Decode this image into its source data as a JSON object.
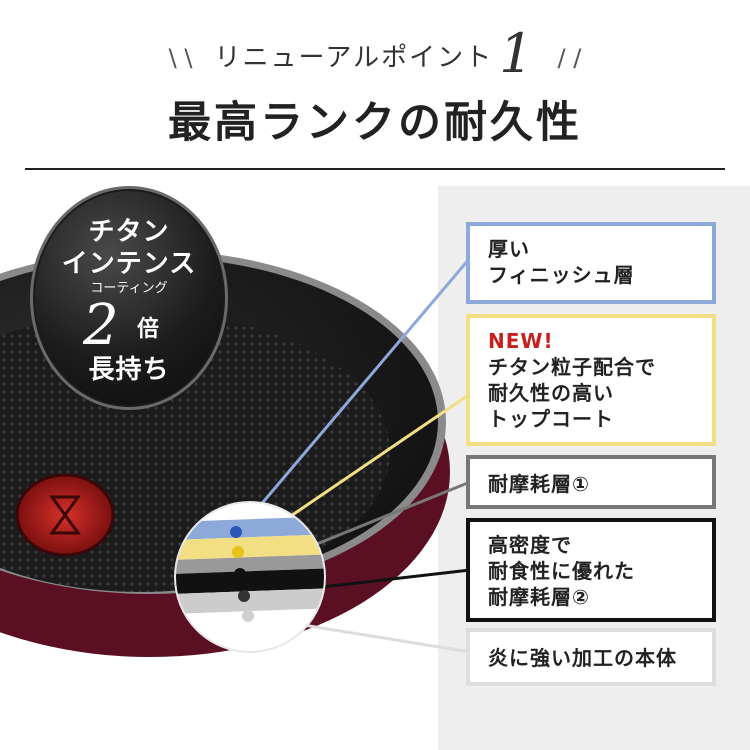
{
  "header": {
    "subtitle": "リニューアルポイント",
    "number": "1",
    "title": "最高ランクの耐久性"
  },
  "badge": {
    "line1": "チタン",
    "line2": "インテンス",
    "line3": "コーティング",
    "multiplier": "2",
    "unit": "倍",
    "line4": "長持ち"
  },
  "layers": [
    {
      "lines": [
        "厚い",
        "フィニッシュ層"
      ],
      "color": "#8ca9da"
    },
    {
      "badge": "NEW!",
      "lines": [
        "チタン粒子配合で",
        "耐久性の高い",
        "トップコート"
      ],
      "color": "#f3df83"
    },
    {
      "lines": [
        "耐摩耗層①"
      ],
      "color": "#777777"
    },
    {
      "lines": [
        "高密度で",
        "耐食性に優れた",
        "耐摩耗層②"
      ],
      "color": "#111111"
    },
    {
      "lines": [
        "炎に強い加工の本体"
      ],
      "color": "#dddddd"
    }
  ],
  "colors": {
    "pan_body": "#5a0f22",
    "pan_surface": "#1e1e1e",
    "accent_red": "#c8201e",
    "panel_bg": "#eeeeee"
  }
}
